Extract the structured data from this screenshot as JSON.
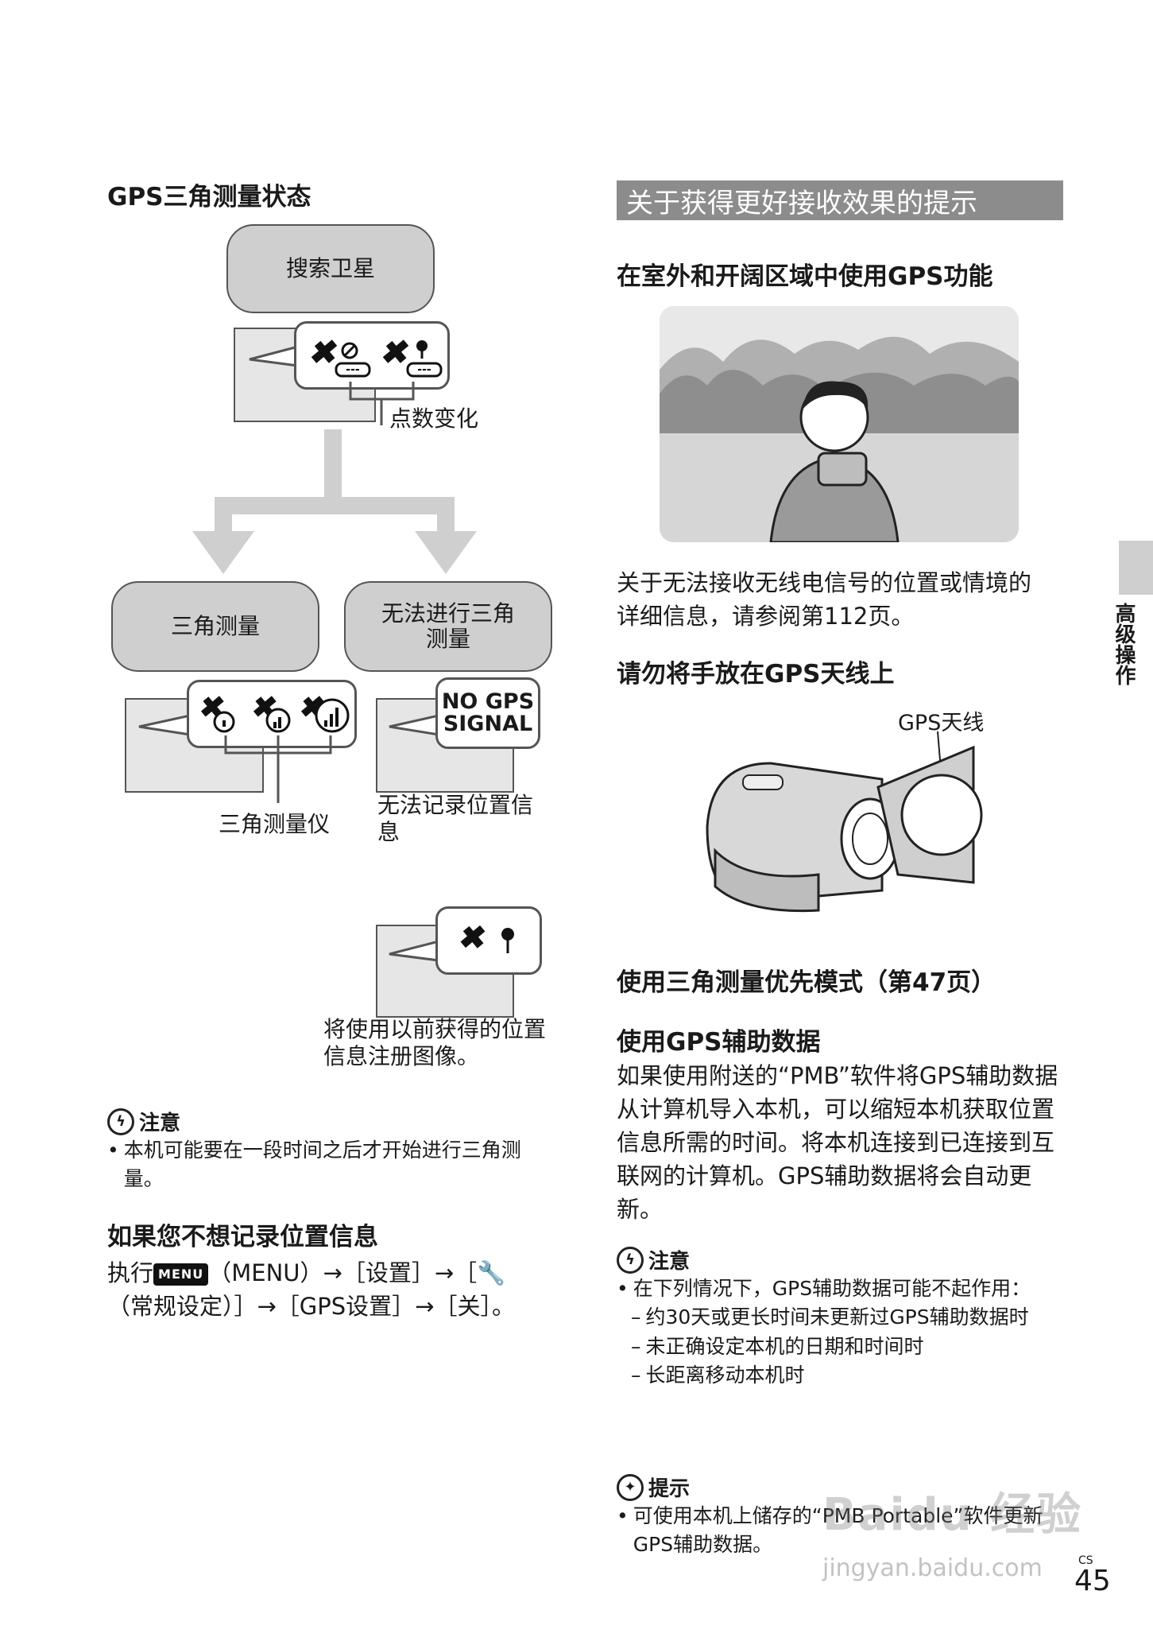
{
  "left": {
    "title": "GPS三角测量状态",
    "node_search": "搜索卫星",
    "caption_dots": "点数变化",
    "node_tri": "三角测量",
    "node_no_tri": "无法进行三角测量",
    "no_gps_line1": "NO GPS",
    "no_gps_line2": "SIGNAL",
    "caption_tri": "三角测量仪",
    "caption_no_record": "无法记录位置信息",
    "caption_prev": "将使用以前获得的位置信息注册图像。",
    "note_title": "注意",
    "note_items": [
      "本机可能要在一段时间之后才开始进行三角测量。"
    ],
    "heading2": "如果您不想记录位置信息",
    "para2_a": "执行",
    "menu_key": "MENU",
    "para2_b": "（MENU）→［设置］→［",
    "para2_c": "（常规设定）］→［GPS设置］→［关］。"
  },
  "right": {
    "section_title": "关于获得更好接收效果的提示",
    "h1": "在室外和开阔区域中使用GPS功能",
    "para1": "关于无法接收无线电信号的位置或情境的详细信息，请参阅第112页。",
    "h2": "请勿将手放在GPS天线上",
    "antenna_label": "GPS天线",
    "h3": "使用三角测量优先模式（第47页）",
    "h4": "使用GPS辅助数据",
    "para4": "如果使用附送的“PMB”软件将GPS辅助数据从计算机导入本机，可以缩短本机获取位置信息所需的时间。将本机连接到已连接到互联网的计算机。GPS辅助数据将会自动更新。",
    "note_title": "注意",
    "note_lead": "在下列情况下，GPS辅助数据可能不起作用：",
    "note_items": [
      "约30天或更长时间未更新过GPS辅助数据时",
      "未正确设定本机的日期和时间时",
      "长距离移动本机时"
    ],
    "hint_title": "提示",
    "hint_items": [
      "可使用本机上储存的“PMB Portable”软件更新GPS辅助数据。"
    ]
  },
  "side_tab": "高级操作",
  "page_number": "45",
  "page_lang": "CS",
  "watermark_text": "jingyan.baidu.com"
}
